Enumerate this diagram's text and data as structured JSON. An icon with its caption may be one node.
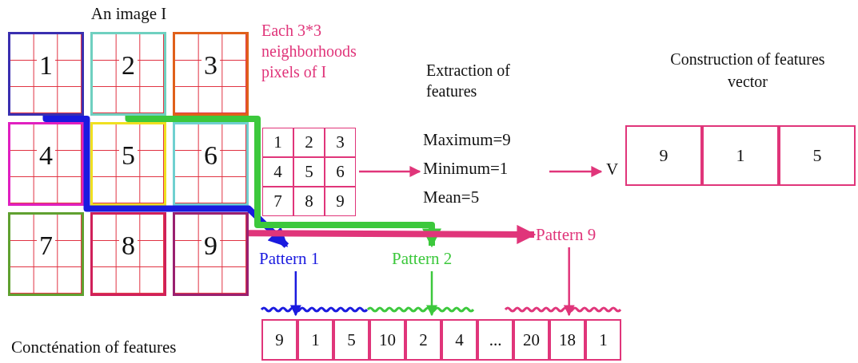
{
  "diagram": {
    "nodes": [
      {
        "text": [
          "An image I"
        ]
      },
      {
        "text": [
          "1"
        ],
        "in": 0
      },
      {
        "text": [
          "2"
        ],
        "in": 0
      },
      {
        "text": [
          "3"
        ],
        "in": 0
      },
      {
        "text": [
          "4"
        ],
        "in": 0
      },
      {
        "text": [
          "5"
        ],
        "in": 0
      },
      {
        "text": [
          "6"
        ],
        "in": 0
      },
      {
        "text": [
          "7"
        ],
        "in": 0
      },
      {
        "text": [
          "8"
        ],
        "in": 0
      },
      {
        "text": [
          "9"
        ],
        "in": 0
      },
      {
        "text": [
          "Each 3*3 neighborhoods pixels of I"
        ]
      },
      {
        "text": [
          "1"
        ],
        "in": 10
      },
      {
        "text": [
          "2"
        ],
        "in": 10
      },
      {
        "text": [
          "3"
        ],
        "in": 10
      },
      {
        "text": [
          "4"
        ],
        "in": 10
      },
      {
        "text": [
          "5"
        ],
        "in": 10
      },
      {
        "text": [
          "6"
        ],
        "in": 10
      },
      {
        "text": [
          "7"
        ],
        "in": 10
      },
      {
        "text": [
          "8"
        ],
        "in": 10
      },
      {
        "text": [
          "9"
        ],
        "in": 10
      },
      {
        "text": [
          "Extraction of features",
          "Maximum=9",
          "Minimum=1",
          "Mean=5"
        ]
      },
      {
        "text": [
          "V"
        ]
      },
      {
        "text": [
          "Construction of features vector"
        ]
      },
      {
        "text": [
          "9"
        ],
        "in": 22
      },
      {
        "text": [
          "1"
        ],
        "in": 22
      },
      {
        "text": [
          "5"
        ],
        "in": 22
      },
      {
        "text": [
          "Pattern 1"
        ]
      },
      {
        "text": [
          "Pattern 2"
        ]
      },
      {
        "text": [
          "Pattern 9"
        ]
      },
      {
        "text": [
          "Concténation of features"
        ]
      },
      {
        "text": [
          "9"
        ],
        "in": 29
      },
      {
        "text": [
          "1"
        ],
        "in": 29
      },
      {
        "text": [
          "5"
        ],
        "in": 29
      },
      {
        "text": [
          "10"
        ],
        "in": 29
      },
      {
        "text": [
          "2"
        ],
        "in": 29
      },
      {
        "text": [
          "4"
        ],
        "in": 29
      },
      {
        "text": [
          "..."
        ],
        "in": 29
      },
      {
        "text": [
          "20"
        ],
        "in": 29
      },
      {
        "text": [
          "18"
        ],
        "in": 29
      },
      {
        "text": [
          "1"
        ],
        "in": 29
      }
    ],
    "edges": [
      {
        "from": 1,
        "to": 26,
        "arrow": "to",
        "style": "thick",
        "color": "#1a1adf"
      },
      {
        "from": 2,
        "to": 27,
        "arrow": "to",
        "style": "thick",
        "color": "#3cc83c"
      },
      {
        "from": 9,
        "to": 28,
        "arrow": "to",
        "style": "thick"
      },
      {
        "from": 10,
        "to": 20,
        "arrow": "to"
      },
      {
        "from": 20,
        "to": 21,
        "arrow": "to"
      },
      {
        "from": 26,
        "to": 29,
        "arrow": "to",
        "color": "#1a1adf"
      },
      {
        "from": 27,
        "to": 29,
        "arrow": "to",
        "color": "#3cc83c"
      },
      {
        "from": 28,
        "to": 29,
        "arrow": "to"
      }
    ]
  }
}
